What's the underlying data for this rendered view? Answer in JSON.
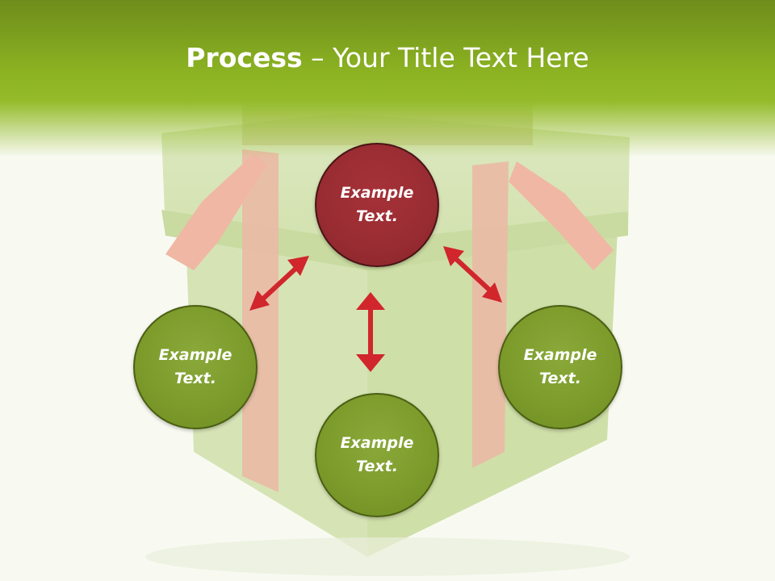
{
  "title": {
    "bold": "Process",
    "rest": " – Your Title Text Here"
  },
  "circles": {
    "top": "Example\nText.",
    "left": "Example\nText.",
    "bottom": "Example\nText.",
    "right": "Example\nText."
  },
  "colors": {
    "header_green": "#8cb322",
    "circle_green": "#7b9a2a",
    "circle_red": "#982c32",
    "arrow_red": "#d0262c"
  }
}
